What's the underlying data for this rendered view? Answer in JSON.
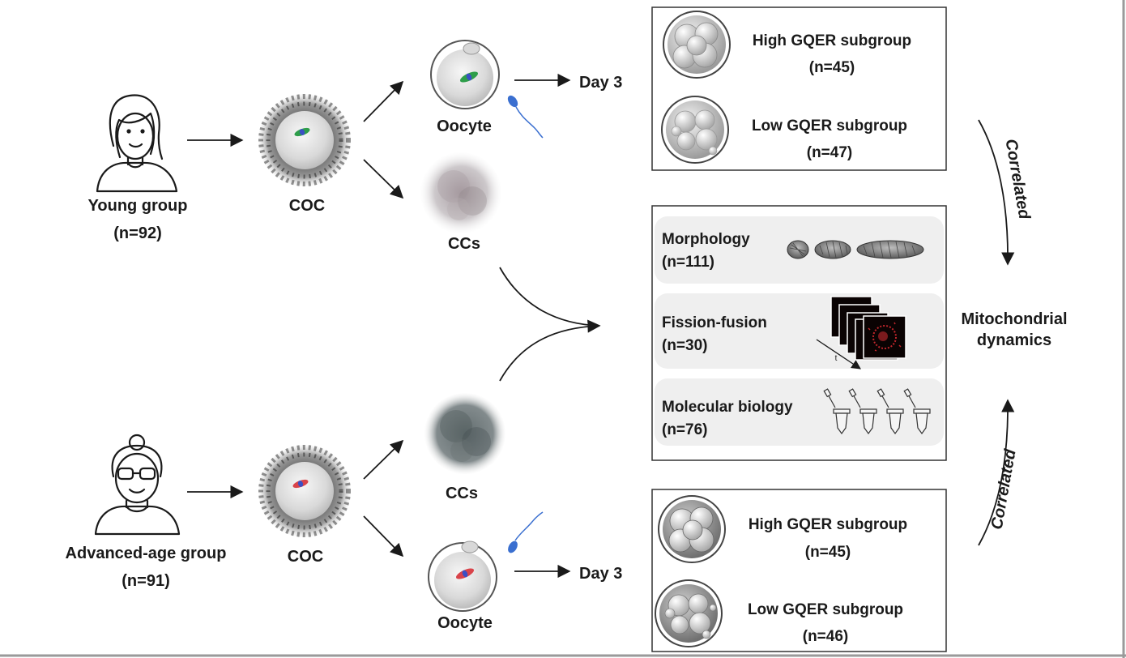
{
  "young": {
    "group_label": "Young group",
    "n": "(n=92)",
    "coc": "COC",
    "oocyte": "Oocyte",
    "ccs": "CCs",
    "day": "Day 3"
  },
  "old": {
    "group_label": "Advanced-age group",
    "n": "(n=91)",
    "coc": "COC",
    "oocyte": "Oocyte",
    "ccs": "CCs",
    "day": "Day 3"
  },
  "top_box": {
    "high": {
      "label": "High GQER subgroup",
      "n": "(n=45)"
    },
    "low": {
      "label": "Low GQER subgroup",
      "n": "(n=47)"
    }
  },
  "bottom_box": {
    "high": {
      "label": "High GQER subgroup",
      "n": "(n=45)"
    },
    "low": {
      "label": "Low GQER subgroup",
      "n": "(n=46)"
    }
  },
  "middle_box": {
    "morphology": {
      "label": "Morphology",
      "n": "(n=111)"
    },
    "fission": {
      "label": "Fission-fusion",
      "n": "(n=30)",
      "time_label": "t"
    },
    "molecular": {
      "label": "Molecular biology",
      "n": "(n=76)"
    }
  },
  "right": {
    "title_line1": "Mitochondrial",
    "title_line2": "dynamics",
    "correlated_top": "Correlated",
    "correlated_bottom": "Correlated"
  },
  "colors": {
    "spindle_young": "#2e9e4a",
    "spindle_old": "#d9434a",
    "sperm": "#3a6fd0",
    "fission_bg": "#0a0303",
    "fission_signal": "#c0262b"
  }
}
